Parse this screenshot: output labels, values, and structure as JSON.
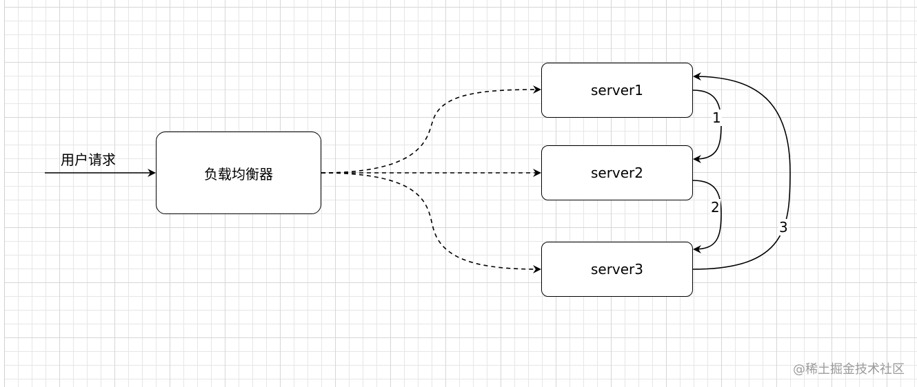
{
  "diagram": {
    "input_label": "用户请求",
    "load_balancer": "负载均衡器",
    "servers": [
      "server1",
      "server2",
      "server3"
    ],
    "links": {
      "s1_to_s2": "1",
      "s2_to_s3": "2",
      "s3_to_s1": "3"
    }
  },
  "watermark": "@稀土掘金技术社区",
  "colors": {
    "stroke": "#000000",
    "grid": "#e6e6e6",
    "watermark": "#9a9a9a"
  }
}
